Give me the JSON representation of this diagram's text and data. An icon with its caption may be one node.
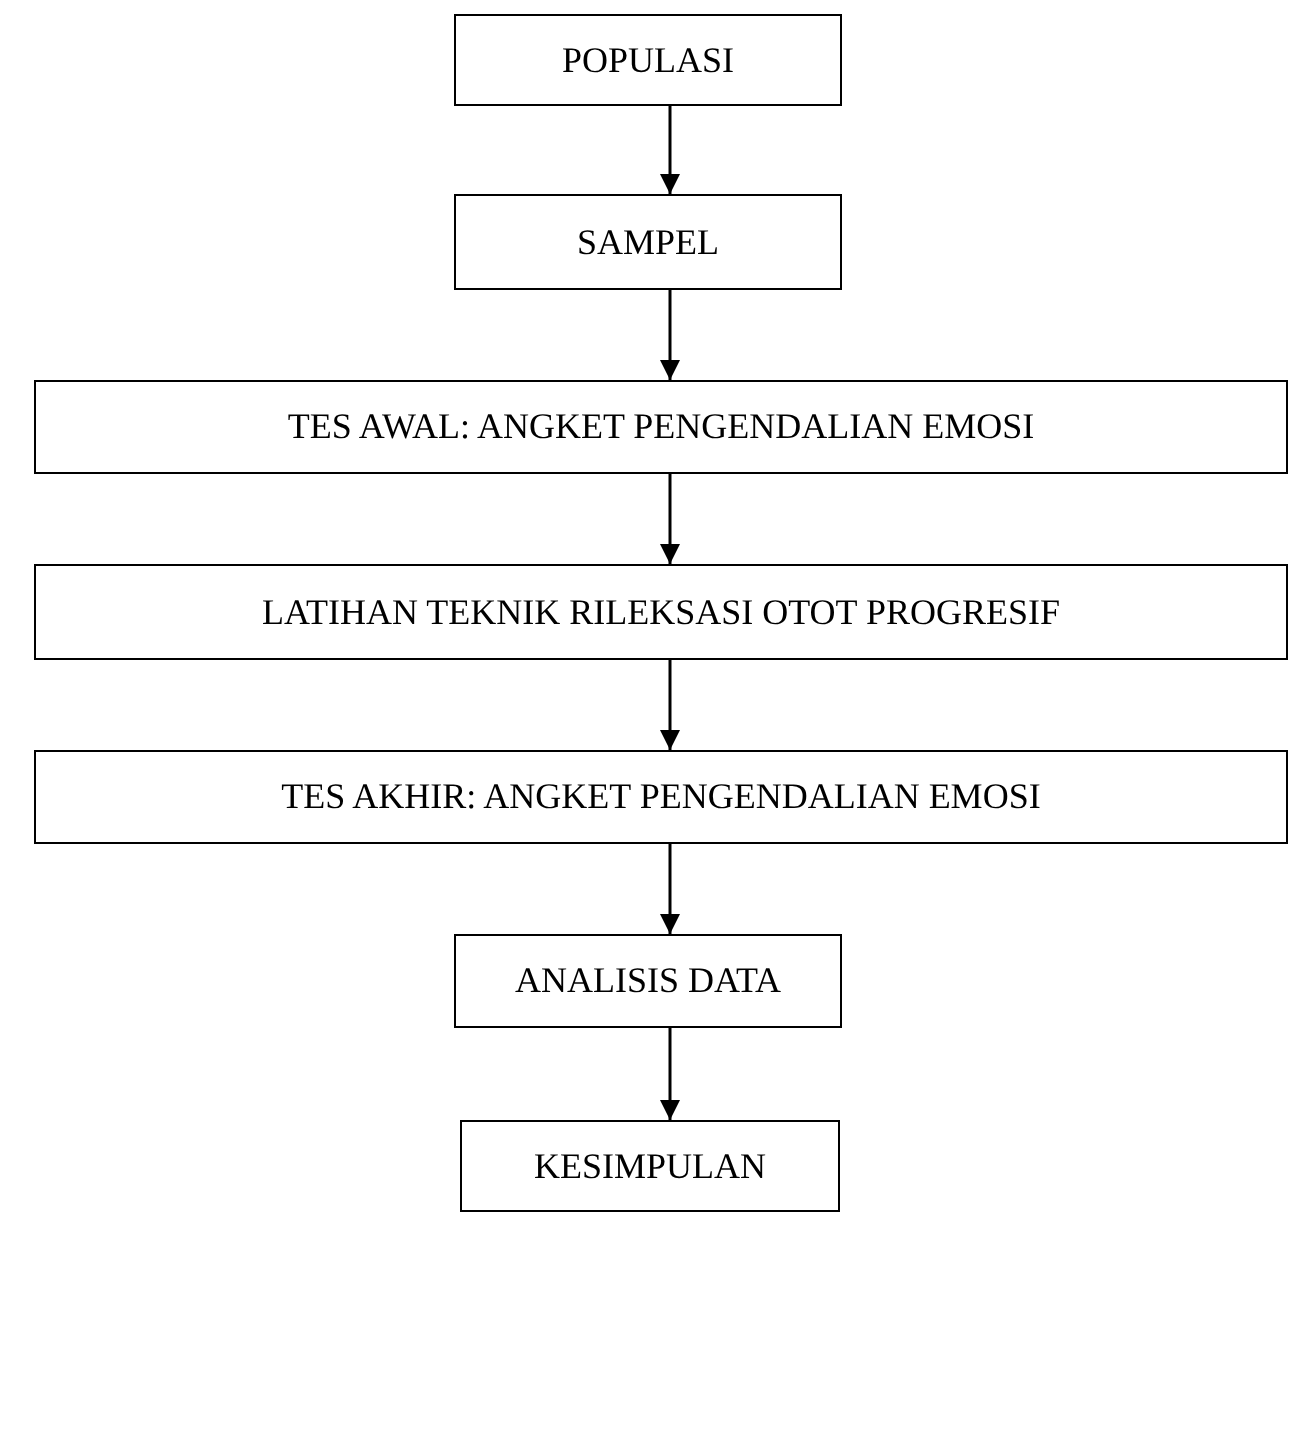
{
  "diagram": {
    "nodes": [
      {
        "text": [
          "POPULASI"
        ]
      },
      {
        "text": [
          "SAMPEL"
        ]
      },
      {
        "text": [
          "TES AWAL: ANGKET PENGENDALIAN EMOSI"
        ]
      },
      {
        "text": [
          "LATIHAN TEKNIK RILEKSASI OTOT PROGRESIF"
        ]
      },
      {
        "text": [
          "TES AKHIR: ANGKET PENGENDALIAN EMOSI"
        ]
      },
      {
        "text": [
          "ANALISIS DATA"
        ]
      },
      {
        "text": [
          "KESIMPULAN"
        ]
      }
    ],
    "edges": [
      {
        "from": 0,
        "to": 1,
        "arrow": "to"
      },
      {
        "from": 1,
        "to": 2,
        "arrow": "to"
      },
      {
        "from": 2,
        "to": 3,
        "arrow": "to"
      },
      {
        "from": 3,
        "to": 4,
        "arrow": "to"
      },
      {
        "from": 4,
        "to": 5,
        "arrow": "to"
      },
      {
        "from": 5,
        "to": 6,
        "arrow": "to"
      }
    ]
  }
}
